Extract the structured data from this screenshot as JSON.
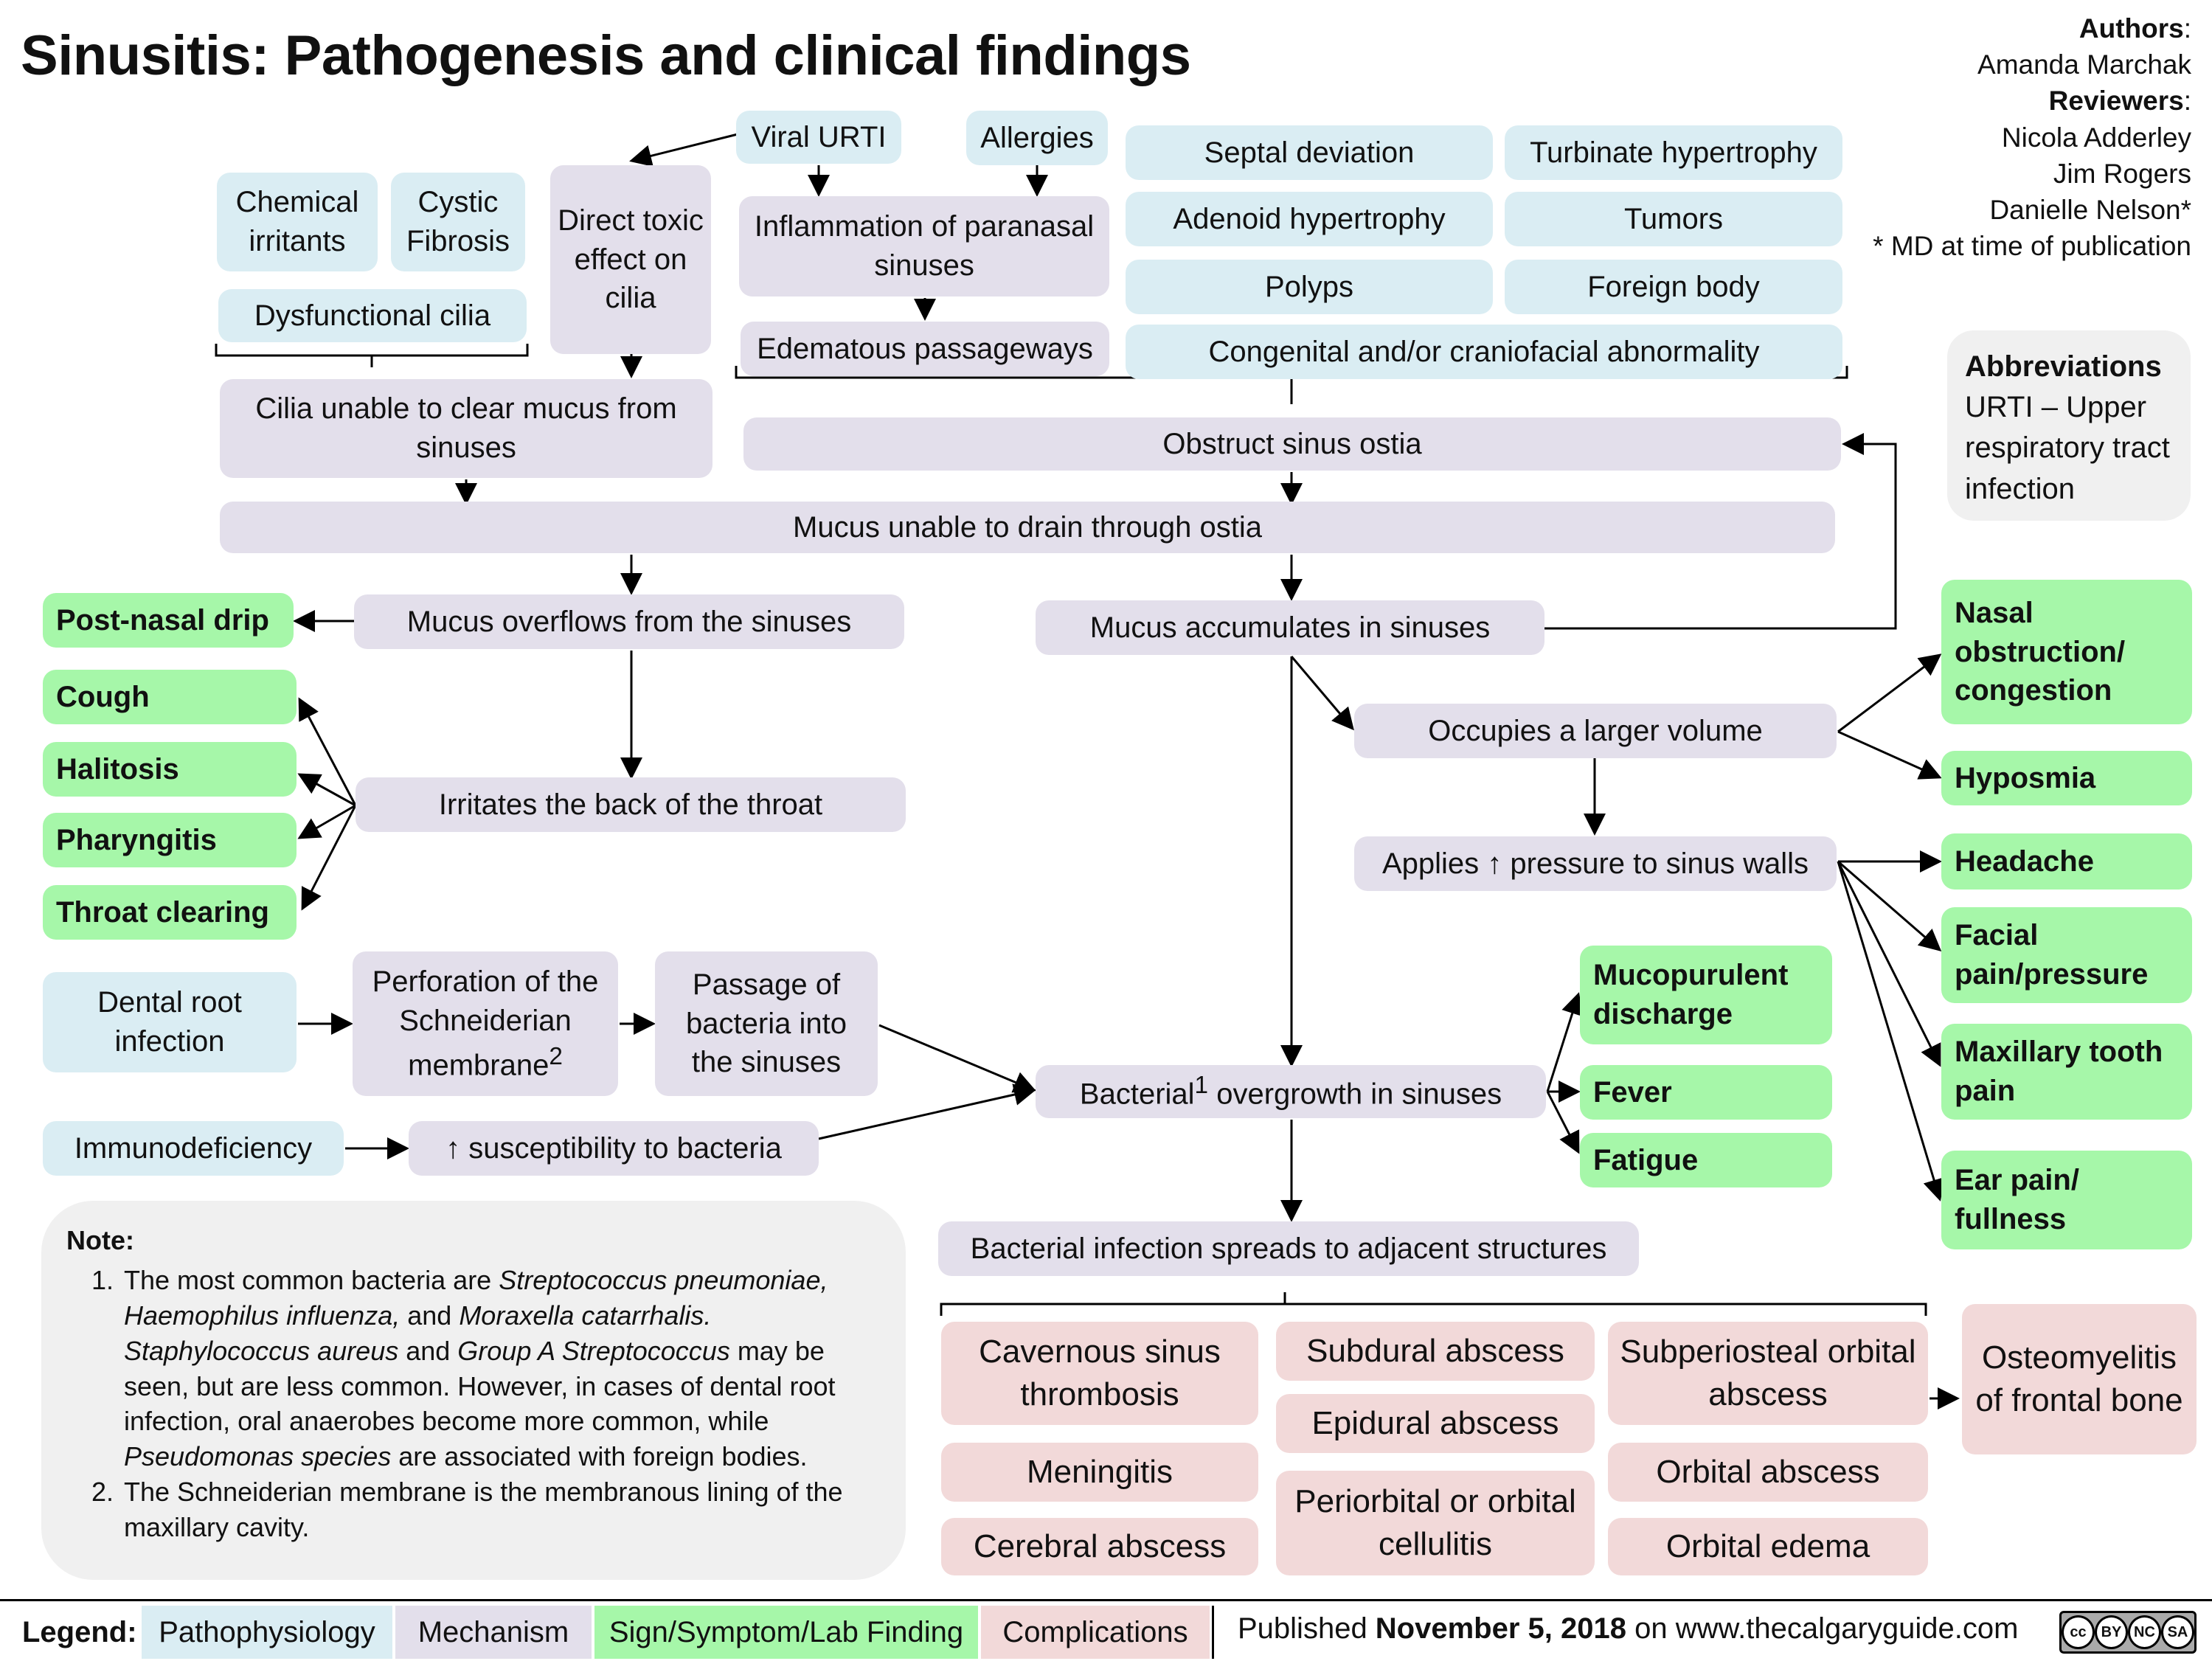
{
  "title": {
    "main": "Sinusitis:",
    "rest": "Pathogenesis and clinical findings"
  },
  "authors": {
    "authors_label": "Authors",
    "author": "Amanda Marchak",
    "reviewers_label": "Reviewers",
    "reviewers": [
      "Nicola Adderley",
      "Jim Rogers",
      "Danielle Nelson*"
    ],
    "footnote": "* MD at time of publication"
  },
  "abbreviations": {
    "title": "Abbreviations",
    "text": "URTI – Upper respiratory tract infection"
  },
  "nodes": {
    "chemical_irritants": "Chemical irritants",
    "cystic_fibrosis": "Cystic Fibrosis",
    "dysfunctional_cilia": "Dysfunctional cilia",
    "direct_toxic": "Direct toxic effect on cilia",
    "viral_urti": "Viral URTI",
    "allergies": "Allergies",
    "inflammation": "Inflammation of paranasal sinuses",
    "edematous": "Edematous passageways",
    "septal_deviation": "Septal deviation",
    "turbinate_hypertrophy": "Turbinate hypertrophy",
    "adenoid_hypertrophy": "Adenoid hypertrophy",
    "tumors": "Tumors",
    "polyps": "Polyps",
    "foreign_body": "Foreign body",
    "congenital": "Congenital and/or craniofacial abnormality",
    "cilia_unable": "Cilia unable to clear mucus from sinuses",
    "obstruct_ostia": "Obstruct sinus ostia",
    "mucus_unable": "Mucus unable to drain through ostia",
    "mucus_overflows": "Mucus overflows from the sinuses",
    "mucus_accumulates": "Mucus accumulates in sinuses",
    "irritates_throat": "Irritates the back of the throat",
    "occupies_volume": "Occupies a larger volume",
    "applies_pressure": "Applies ↑ pressure to sinus walls",
    "dental_root": "Dental root infection",
    "perforation_a": "Perforation of the Schneiderian membrane",
    "perforation_sup": "2",
    "passage_bacteria": "Passage of bacteria into the sinuses",
    "immunodeficiency": "Immunodeficiency",
    "susceptibility": "↑ susceptibility to bacteria",
    "bacterial_a": "Bacterial",
    "bacterial_sup": "1",
    "bacterial_b": " overgrowth in sinuses",
    "bacterial_spreads": "Bacterial infection spreads to adjacent structures"
  },
  "signs": {
    "post_nasal_drip": "Post-nasal drip",
    "cough": "Cough",
    "halitosis": "Halitosis",
    "pharyngitis": "Pharyngitis",
    "throat_clearing": "Throat clearing",
    "nasal_obstruction": "Nasal obstruction/ congestion",
    "hyposmia": "Hyposmia",
    "headache": "Headache",
    "facial_pain": "Facial pain/pressure",
    "maxillary_tooth": "Maxillary tooth pain",
    "ear_pain": "Ear pain/ fullness",
    "mucopurulent": "Mucopurulent discharge",
    "fever": "Fever",
    "fatigue": "Fatigue"
  },
  "complications": {
    "cavernous": "Cavernous sinus thrombosis",
    "meningitis": "Meningitis",
    "cerebral_abscess": "Cerebral abscess",
    "subdural": "Subdural abscess",
    "epidural": "Epidural abscess",
    "periorbital": "Periorbital or orbital cellulitis",
    "subperiosteal": "Subperiosteal orbital abscess",
    "orbital_abscess": "Orbital abscess",
    "orbital_edema": "Orbital edema",
    "osteomyelitis": "Osteomyelitis of frontal bone"
  },
  "note": {
    "title": "Note:",
    "item1": {
      "t1": "The most common bacteria are ",
      "i1": "Streptococcus pneumoniae, Haemophilus influenza,",
      "t2": " and ",
      "i2": "Moraxella catarrhalis. Staphylococcus aureus",
      "t3": " and ",
      "i3": "Group A Streptococcus",
      "t4": " may be seen, but are less common.   However, in cases of dental root infection, oral anaerobes become more common, while ",
      "i4": "Pseudomonas species",
      "t5": " are associated with foreign bodies."
    },
    "item2": "The Schneiderian membrane is the membranous lining of the maxillary cavity."
  },
  "legend": {
    "label": "Legend:",
    "items": [
      "Pathophysiology",
      "Mechanism",
      "Sign/Symptom/Lab Finding",
      "Complications"
    ]
  },
  "published": {
    "prefix": "Published ",
    "date": "November 5, 2018",
    "suffix": " on www.thecalgaryguide.com"
  },
  "license": {
    "cc": "cc",
    "by": "BY",
    "nc": "NC",
    "sa": "SA"
  },
  "colors": {
    "pathophysiology": "#daedf3",
    "mechanism": "#e3dfeb",
    "sign": "#a6f7a9",
    "complication": "#f2d9d9"
  }
}
